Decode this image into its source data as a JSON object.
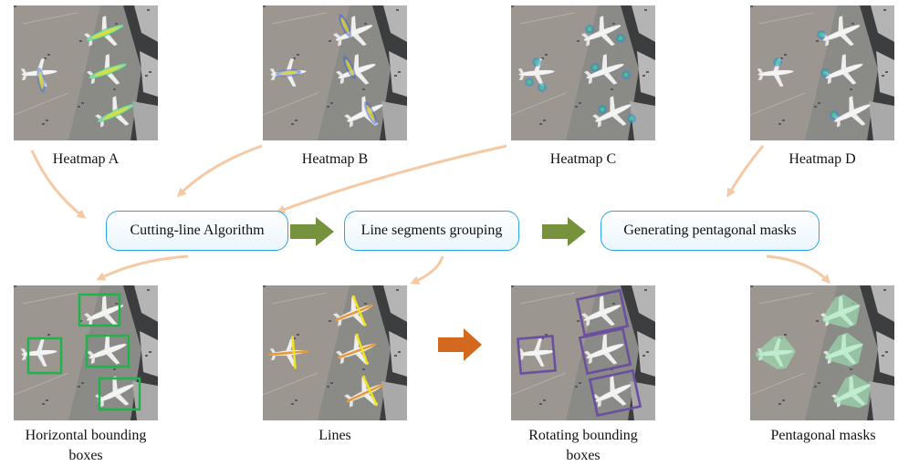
{
  "heatmaps": [
    {
      "label": "Heatmap A"
    },
    {
      "label": "Heatmap B"
    },
    {
      "label": "Heatmap C"
    },
    {
      "label": "Heatmap D"
    }
  ],
  "steps": [
    {
      "label": "Cutting-line Algorithm"
    },
    {
      "label": "Line segments grouping"
    },
    {
      "label": "Generating pentagonal masks"
    }
  ],
  "results": [
    {
      "label_lines": [
        "Horizontal bounding",
        "boxes"
      ]
    },
    {
      "label_lines": [
        "Lines"
      ]
    },
    {
      "label_lines": [
        "Rotating bounding",
        "boxes"
      ]
    },
    {
      "label_lines": [
        "Pentagonal masks"
      ]
    }
  ],
  "colors": {
    "flow_arrow": "#f5c9a4",
    "step_arrow": "#76923c",
    "rotate_arrow": "#d2691e",
    "step_border": "#2aa6e0",
    "hbb_box": "#22b24c",
    "rbb_box": "#6b4fa0",
    "line_yellow": "#f2e21a",
    "line_orange": "#e59a3c",
    "mask_fill": "#9ee6b8"
  }
}
